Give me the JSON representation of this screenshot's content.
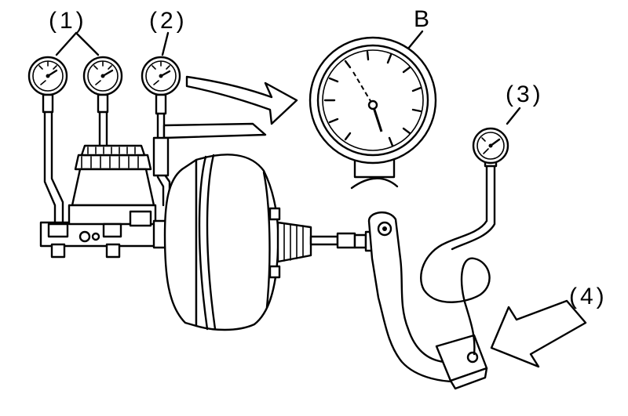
{
  "labels": {
    "gauge_1": "(1)",
    "gauge_2": "(2)",
    "gauge_3": "(3)",
    "pedal_4": "(4)",
    "detail_b": "B"
  }
}
